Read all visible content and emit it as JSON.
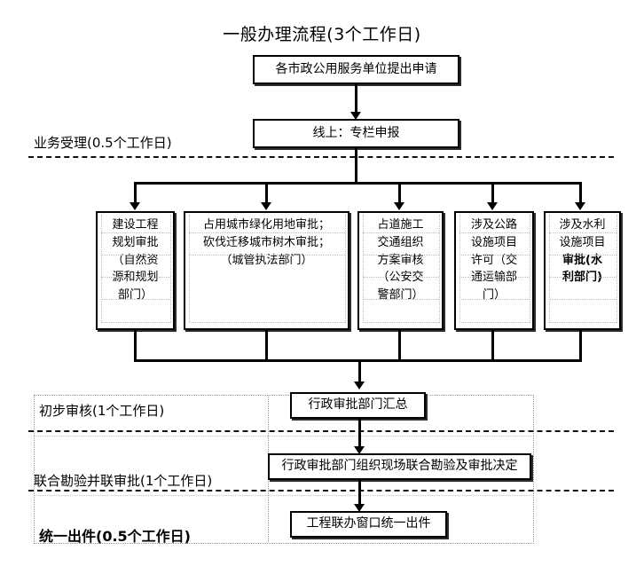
{
  "chart_data": {
    "type": "diagram",
    "title": "一般办理流程(3个工作日)",
    "diagram_kind": "flowchart",
    "orientation": "top-to-bottom",
    "nodes": [
      {
        "id": "n1",
        "label": "各市政公用服务单位提出申请"
      },
      {
        "id": "n2",
        "label": "线上：专栏申报"
      },
      {
        "id": "p1",
        "label": "建设工程规划审批（自然资源和规划部门）"
      },
      {
        "id": "p2",
        "label": "占用城市绿化用地审批；砍伐迁移城市树木审批；（城管执法部门）"
      },
      {
        "id": "p3",
        "label": "占道施工交通组织方案审核（公安交警部门）"
      },
      {
        "id": "p4",
        "label": "涉及公路设施项目许可（交通运输部门）"
      },
      {
        "id": "p5",
        "label": "涉及水利设施项目审批(水利部门)"
      },
      {
        "id": "n3",
        "label": "行政审批部门汇总"
      },
      {
        "id": "n4",
        "label": "行政审批部门组织现场联合勘验及审批决定"
      },
      {
        "id": "n5",
        "label": "工程联办窗口统一出件"
      }
    ],
    "edges": [
      {
        "from": "n1",
        "to": "n2"
      },
      {
        "from": "n2",
        "to": "p1"
      },
      {
        "from": "n2",
        "to": "p2"
      },
      {
        "from": "n2",
        "to": "p3"
      },
      {
        "from": "n2",
        "to": "p4"
      },
      {
        "from": "n2",
        "to": "p5"
      },
      {
        "from": "p1",
        "to": "n3"
      },
      {
        "from": "p2",
        "to": "n3"
      },
      {
        "from": "p3",
        "to": "n3"
      },
      {
        "from": "p4",
        "to": "n3"
      },
      {
        "from": "p5",
        "to": "n3"
      },
      {
        "from": "n3",
        "to": "n4"
      },
      {
        "from": "n4",
        "to": "n5"
      }
    ],
    "phases": [
      {
        "label": "业务受理(0.5个工作日)",
        "duration_days": 0.5
      },
      {
        "label": "初步审核(1个工作日)",
        "duration_days": 1
      },
      {
        "label": "联合勘验并联审批(1个工作日)",
        "duration_days": 1
      },
      {
        "label": "统一出件(0.5个工作日)",
        "duration_days": 0.5
      }
    ],
    "total_days": 3,
    "colors": {
      "line": "#000000",
      "box_fill": "#ffffff",
      "dashed": "#111111",
      "guide": "#9a9a9a"
    }
  },
  "title": "一般办理流程(3个工作日)",
  "nodes": {
    "apply": "各市政公用服务单位提出申请",
    "online": "线上：专栏申报",
    "summary": "行政审批部门汇总",
    "joint_survey": "行政审批部门组织现场联合勘验及审批决定",
    "issue": "工程联办窗口统一出件"
  },
  "parallel": {
    "box1": {
      "line1": "建设工程",
      "line2": "规划审批",
      "line3": "（自然资",
      "line4": "源和规划",
      "line5": "部门）"
    },
    "box2": {
      "line1": "占用城市绿化用地审批；",
      "line2": "砍伐迁移城市树木审批；",
      "line3": "（城管执法部门）"
    },
    "box3": {
      "line1": "占道施工",
      "line2": "交通组织",
      "line3": "方案审核",
      "line4": "（公安交",
      "line5": "警部门）"
    },
    "box4": {
      "line1": "涉及公路",
      "line2": "设施项目",
      "line3": "许可（交",
      "line4": "通运输部",
      "line5": "门）"
    },
    "box5": {
      "line1": "涉及水利",
      "line2": "设施项目",
      "line3": "审批(水",
      "line4": "利部门)"
    }
  },
  "phases": {
    "acceptance": "业务受理(0.5个工作日)",
    "preliminary": "初步审核(1个工作日)",
    "joint": "联合勘验并联审批(1个工作日)",
    "issuance": "统一出件(0.5个工作日)"
  }
}
